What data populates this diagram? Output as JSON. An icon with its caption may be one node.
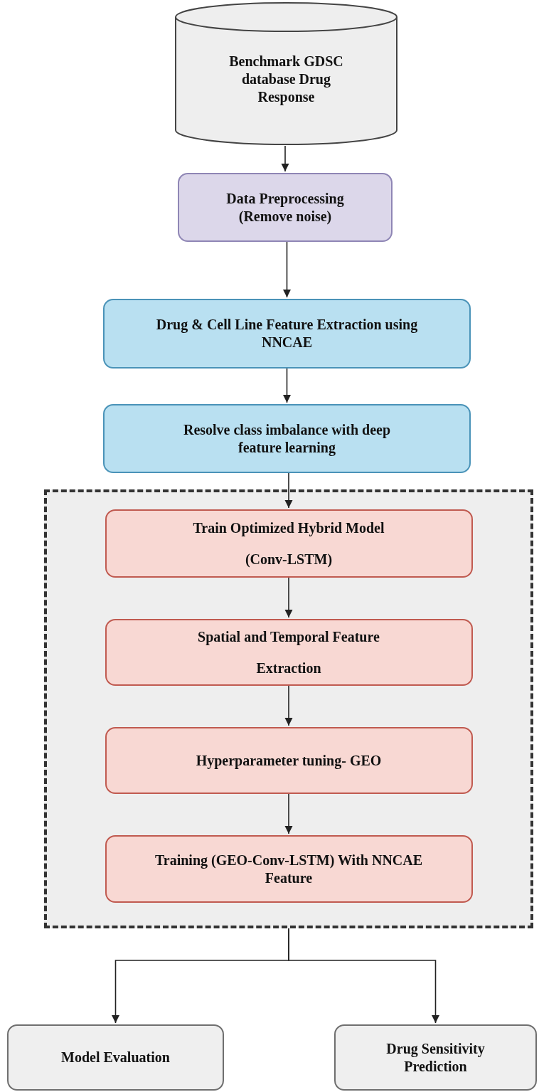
{
  "diagram": {
    "nodes": [
      {
        "text": [
          "Benchmark GDSC database Drug Response"
        ]
      },
      {
        "text": [
          "Data Preprocessing (Remove noise)"
        ]
      },
      {
        "text": [
          "Drug & Cell Line Feature Extraction using NNCAE"
        ]
      },
      {
        "text": [
          "Resolve class imbalance with deep feature learning"
        ]
      },
      {
        "text": [],
        "shape": "box"
      },
      {
        "text": [
          "Train Optimized Hybrid Model (Conv-LSTM)"
        ],
        "in": 4
      },
      {
        "text": [
          "Spatial and Temporal Feature Extraction"
        ],
        "in": 4
      },
      {
        "text": [
          "Hyperparameter tuning- GEO"
        ],
        "in": 4
      },
      {
        "text": [
          "Training (GEO-Conv-LSTM) With NNCAE Feature"
        ],
        "in": 4
      },
      {
        "text": [
          "Model Evaluation"
        ]
      },
      {
        "text": [
          "Drug Sensitivity Prediction"
        ]
      }
    ],
    "edges": [
      {
        "from": 0,
        "to": 1,
        "arrow": "to"
      },
      {
        "from": 1,
        "to": 2,
        "arrow": "to"
      },
      {
        "from": 2,
        "to": 3,
        "arrow": "to"
      },
      {
        "from": 3,
        "to": 5,
        "arrow": "to"
      },
      {
        "from": 5,
        "to": 6,
        "arrow": "to"
      },
      {
        "from": 6,
        "to": 7,
        "arrow": "to"
      },
      {
        "from": 7,
        "to": 8,
        "arrow": "to"
      },
      {
        "from": 4,
        "to": 9,
        "arrow": "to"
      },
      {
        "from": 4,
        "to": 10,
        "arrow": "to"
      }
    ]
  }
}
